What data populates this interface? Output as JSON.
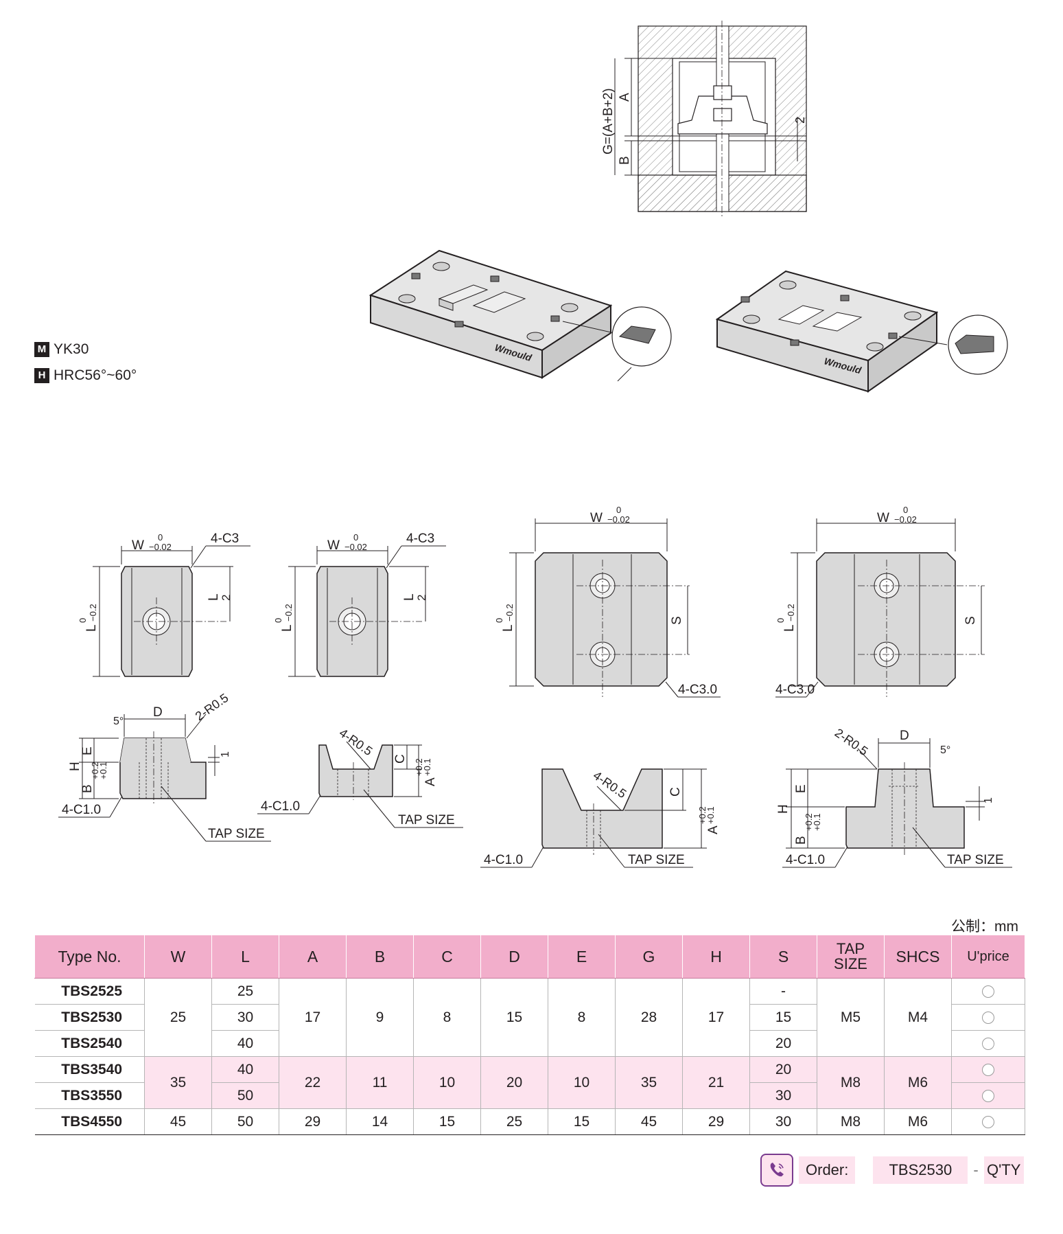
{
  "material": {
    "m_icon": "M",
    "m_value": "YK30",
    "h_icon": "H",
    "h_value": "HRC56°~60°"
  },
  "section_drawing": {
    "labels": {
      "g": "G=(A+B+2)",
      "a": "A",
      "b": "B",
      "two": "2"
    }
  },
  "iso_drawing": {
    "brand_left": "Wmould",
    "brand_right": "Wmould"
  },
  "part_drawings": {
    "w_label": "W",
    "w_tol_upper": "0",
    "w_tol_lower": "−0.02",
    "l_label": "L",
    "l_tol_upper": "0",
    "l_tol_lower": "−0.2",
    "l_half": "L",
    "l_half_den": "2",
    "chamfer_small": "4-C3",
    "chamfer_large": "4-C3.0",
    "s_label": "S",
    "d_label": "D",
    "e_label": "E",
    "h_label": "H",
    "c_label": "C",
    "b_label": "B",
    "b_tol_upper": "+0.2",
    "b_tol_lower": "+0.1",
    "a_label": "A",
    "a_tol_upper": "+0.2",
    "a_tol_lower": "+0.1",
    "angle": "5°",
    "r_two": "2-R0.5",
    "r_four": "4-R0.5",
    "c_one": "4-C1.0",
    "one": "1",
    "tap": "TAP SIZE"
  },
  "table": {
    "unit": "公制：mm",
    "headers": [
      "Type No.",
      "W",
      "L",
      "A",
      "B",
      "C",
      "D",
      "E",
      "G",
      "H",
      "S",
      "TAP SIZE",
      "SHCS",
      "U'price"
    ],
    "rows": [
      {
        "type": "TBS2525",
        "W": "25",
        "L": "25",
        "A": "17",
        "B": "9",
        "C": "8",
        "D": "15",
        "E": "8",
        "G": "28",
        "H": "17",
        "S": "-",
        "TAP": "M5",
        "SHCS": "M4"
      },
      {
        "type": "TBS2530",
        "W": "25",
        "L": "30",
        "A": "17",
        "B": "9",
        "C": "8",
        "D": "15",
        "E": "8",
        "G": "28",
        "H": "17",
        "S": "15",
        "TAP": "M5",
        "SHCS": "M4"
      },
      {
        "type": "TBS2540",
        "W": "25",
        "L": "40",
        "A": "17",
        "B": "9",
        "C": "8",
        "D": "15",
        "E": "8",
        "G": "28",
        "H": "17",
        "S": "20",
        "TAP": "M5",
        "SHCS": "M4"
      },
      {
        "type": "TBS3540",
        "W": "35",
        "L": "40",
        "A": "22",
        "B": "11",
        "C": "10",
        "D": "20",
        "E": "10",
        "G": "35",
        "H": "21",
        "S": "20",
        "TAP": "M8",
        "SHCS": "M6"
      },
      {
        "type": "TBS3550",
        "W": "35",
        "L": "50",
        "A": "22",
        "B": "11",
        "C": "10",
        "D": "20",
        "E": "10",
        "G": "35",
        "H": "21",
        "S": "30",
        "TAP": "M8",
        "SHCS": "M6"
      },
      {
        "type": "TBS4550",
        "W": "45",
        "L": "50",
        "A": "29",
        "B": "14",
        "C": "15",
        "D": "25",
        "E": "15",
        "G": "45",
        "H": "29",
        "S": "30",
        "TAP": "M8",
        "SHCS": "M6"
      }
    ]
  },
  "order": {
    "icon": "phone-icon",
    "label": "Order:",
    "example": "TBS2530",
    "sep": "-",
    "qty": "Q'TY"
  }
}
